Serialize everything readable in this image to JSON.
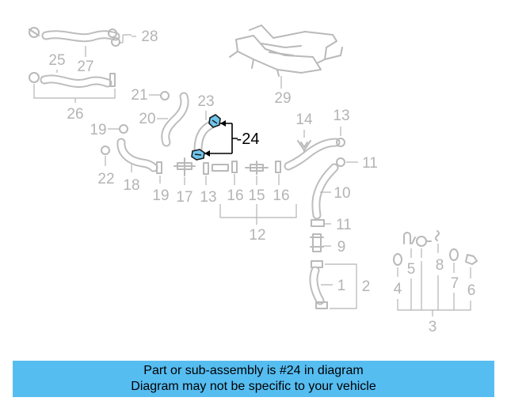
{
  "diagram": {
    "callouts": {
      "c1": "1",
      "c2": "2",
      "c3": "3",
      "c4": "4",
      "c5": "5",
      "c6": "6",
      "c7": "7",
      "c8": "8",
      "c9": "9",
      "c10": "10",
      "c11a": "11",
      "c11b": "11",
      "c12": "12",
      "c13a": "13",
      "c13b": "13",
      "c14": "14",
      "c15": "15",
      "c16a": "16",
      "c16b": "16",
      "c17": "17",
      "c18": "18",
      "c19a": "19",
      "c19b": "19",
      "c20": "20",
      "c21": "21",
      "c22": "22",
      "c23": "23",
      "c24": "-24",
      "c25": "25",
      "c26": "26",
      "c27": "27",
      "c28": "28",
      "c29": "29"
    },
    "highlight_color": "#6fc6ec",
    "line_color": "#b4b4b4"
  },
  "banner": {
    "line1": "Part or sub-assembly is #24 in diagram",
    "line2": "Diagram may not be specific to your vehicle",
    "background": "#56bdf1"
  }
}
